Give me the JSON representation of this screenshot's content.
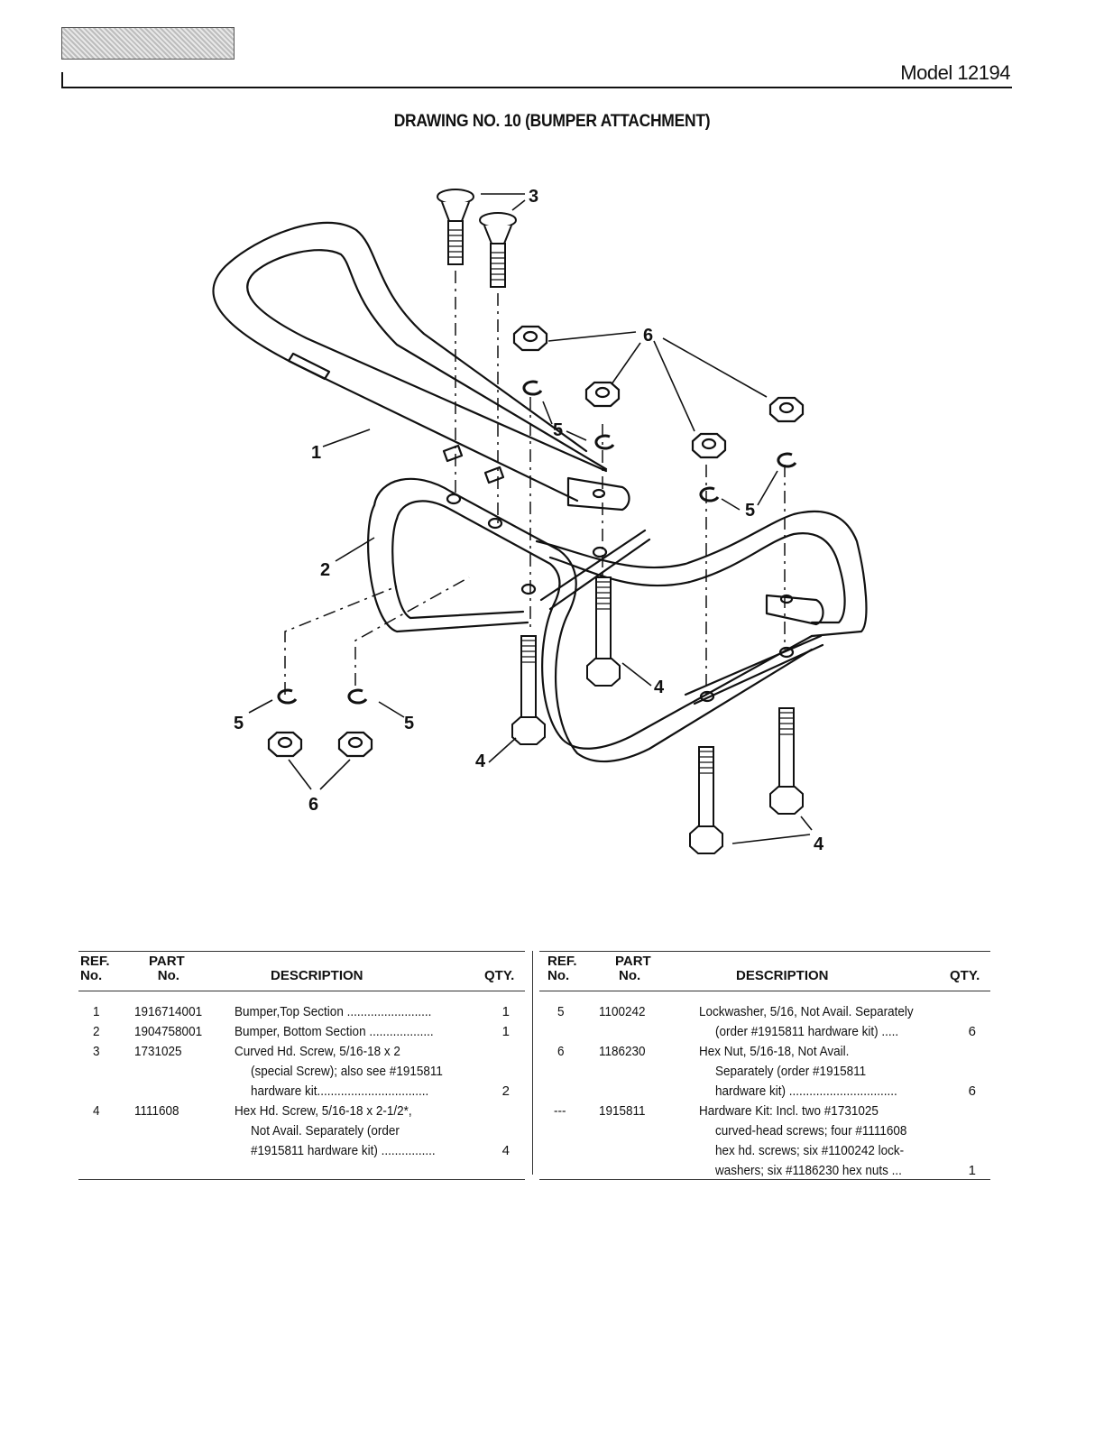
{
  "header": {
    "model": "Model 12194"
  },
  "drawing_title": "DRAWING NO. 10 (BUMPER ATTACHMENT)",
  "callouts": [
    "1",
    "2",
    "3",
    "4",
    "4",
    "4",
    "5",
    "5",
    "5",
    "5",
    "6",
    "6"
  ],
  "table_headers": {
    "ref": "REF.",
    "ref2": "No.",
    "part": "PART",
    "part2": "No.",
    "description": "DESCRIPTION",
    "qty": "QTY."
  },
  "left_parts": [
    {
      "ref": "1",
      "part": "1916714001",
      "lines": [
        "Bumper,Top Section ........................."
      ],
      "qty": "1"
    },
    {
      "ref": "2",
      "part": "1904758001",
      "lines": [
        "Bumper, Bottom Section ..................."
      ],
      "qty": "1"
    },
    {
      "ref": "3",
      "part": "1731025",
      "lines": [
        "Curved Hd. Screw, 5/16-18 x 2",
        "(special Screw); also see #1915811",
        "hardware kit................................."
      ],
      "qty": "2"
    },
    {
      "ref": "4",
      "part": "1111608",
      "lines": [
        "Hex Hd. Screw, 5/16-18 x 2-1/2*,",
        "Not Avail. Separately (order",
        "#1915811 hardware kit) ................"
      ],
      "qty": "4"
    }
  ],
  "right_parts": [
    {
      "ref": "5",
      "part": "1100242",
      "lines": [
        "Lockwasher, 5/16, Not Avail. Separately",
        "(order #1915811 hardware kit) ....."
      ],
      "qty": "6"
    },
    {
      "ref": "6",
      "part": "1186230",
      "lines": [
        "Hex Nut, 5/16-18, Not Avail.",
        "Separately (order #1915811",
        "hardware kit) ................................"
      ],
      "qty": "6"
    },
    {
      "ref": "---",
      "part": "1915811",
      "lines": [
        "Hardware Kit: Incl. two #1731025",
        "curved-head screws; four #1111608",
        "hex hd. screws; six #1100242 lock-",
        "washers; six #1186230 hex nuts ..."
      ],
      "qty": "1"
    }
  ]
}
